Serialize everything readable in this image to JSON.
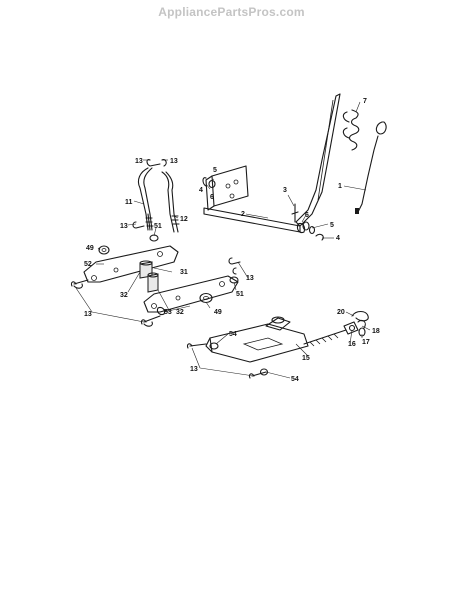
{
  "watermark": "AppliancePartsPros.com",
  "callouts": {
    "c1": "1",
    "c2": "2",
    "c3": "3",
    "c4a": "4",
    "c4b": "4",
    "c5a": "5",
    "c5b": "5",
    "c6a": "6",
    "c6b": "6",
    "c7": "7",
    "c11": "11",
    "c12": "12",
    "c13a": "13",
    "c13b": "13",
    "c13c": "13",
    "c13d": "13",
    "c13e": "13",
    "c13f": "13",
    "c15": "15",
    "c16": "16",
    "c17": "17",
    "c18": "18",
    "c20": "20",
    "c31": "31",
    "c32a": "32",
    "c32b": "32",
    "c49a": "49",
    "c49b": "49",
    "c51a": "51",
    "c51b": "51",
    "c52": "52",
    "c53": "53",
    "c54a": "54",
    "c54b": "54"
  }
}
